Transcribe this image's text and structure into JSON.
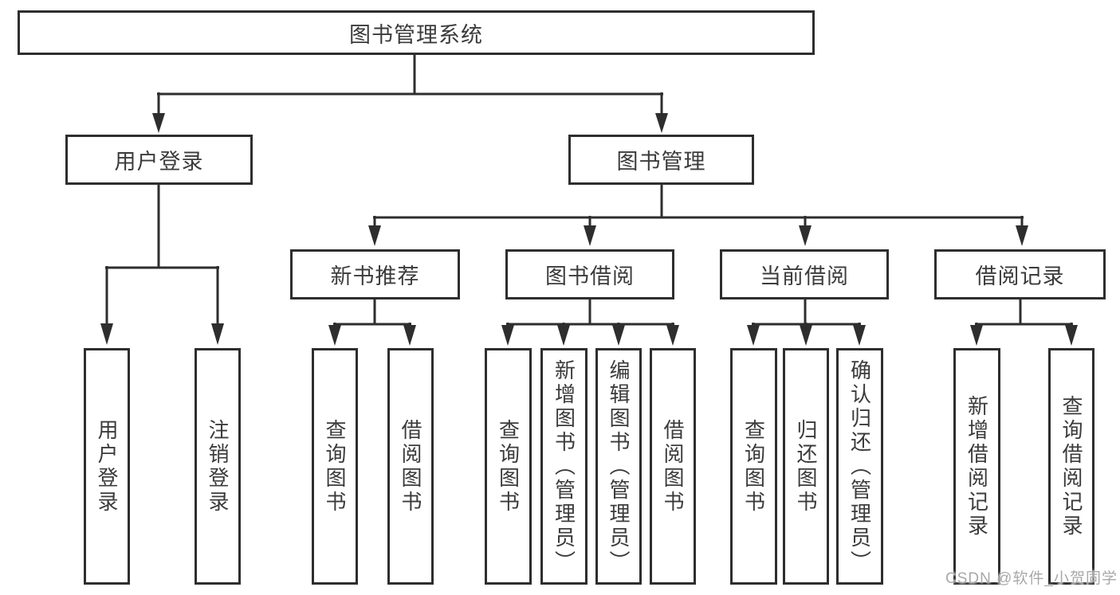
{
  "page": {
    "background": "#ffffff"
  },
  "colors": {
    "line": "#2e2e2e",
    "box_border": "#2e2e2e",
    "box_background": "#ffffff",
    "text": "#3b3b3b",
    "watermark": "#a8a8a8"
  },
  "watermark": {
    "text": "CSDN @软件_小贺同学"
  },
  "tree": {
    "root": {
      "label": "图书管理系统"
    },
    "level2": [
      {
        "label": "用户登录",
        "children": [
          {
            "label": "用户登录"
          },
          {
            "label": "注销登录"
          }
        ]
      },
      {
        "label": "图书管理",
        "children": [
          {
            "label": "新书推荐",
            "children": [
              {
                "label": "查询图书"
              },
              {
                "label": "借阅图书"
              }
            ]
          },
          {
            "label": "图书借阅",
            "children": [
              {
                "label": "查询图书"
              },
              {
                "label": "新增图书（管理员）"
              },
              {
                "label": "编辑图书（管理员）"
              },
              {
                "label": "借阅图书"
              }
            ]
          },
          {
            "label": "当前借阅",
            "children": [
              {
                "label": "查询图书"
              },
              {
                "label": "归还图书"
              },
              {
                "label": "确认归还（管理员）"
              }
            ]
          },
          {
            "label": "借阅记录",
            "children": [
              {
                "label": "新增借阅记录"
              },
              {
                "label": "查询借阅记录"
              }
            ]
          }
        ]
      }
    ]
  }
}
